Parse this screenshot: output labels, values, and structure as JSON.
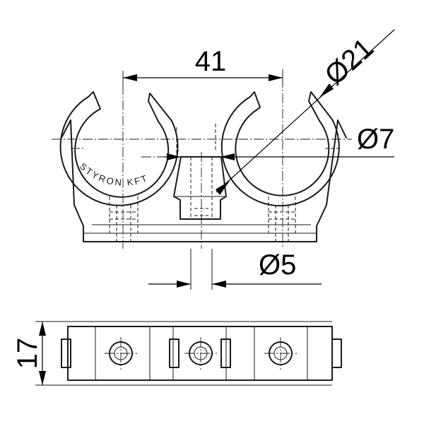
{
  "brand_text": "STYRON KFT",
  "dimensions": {
    "center_distance": "41",
    "pipe_diameter": "Ø21",
    "hole_diameter": "Ø7",
    "bore_diameter": "Ø5",
    "height": "17"
  }
}
